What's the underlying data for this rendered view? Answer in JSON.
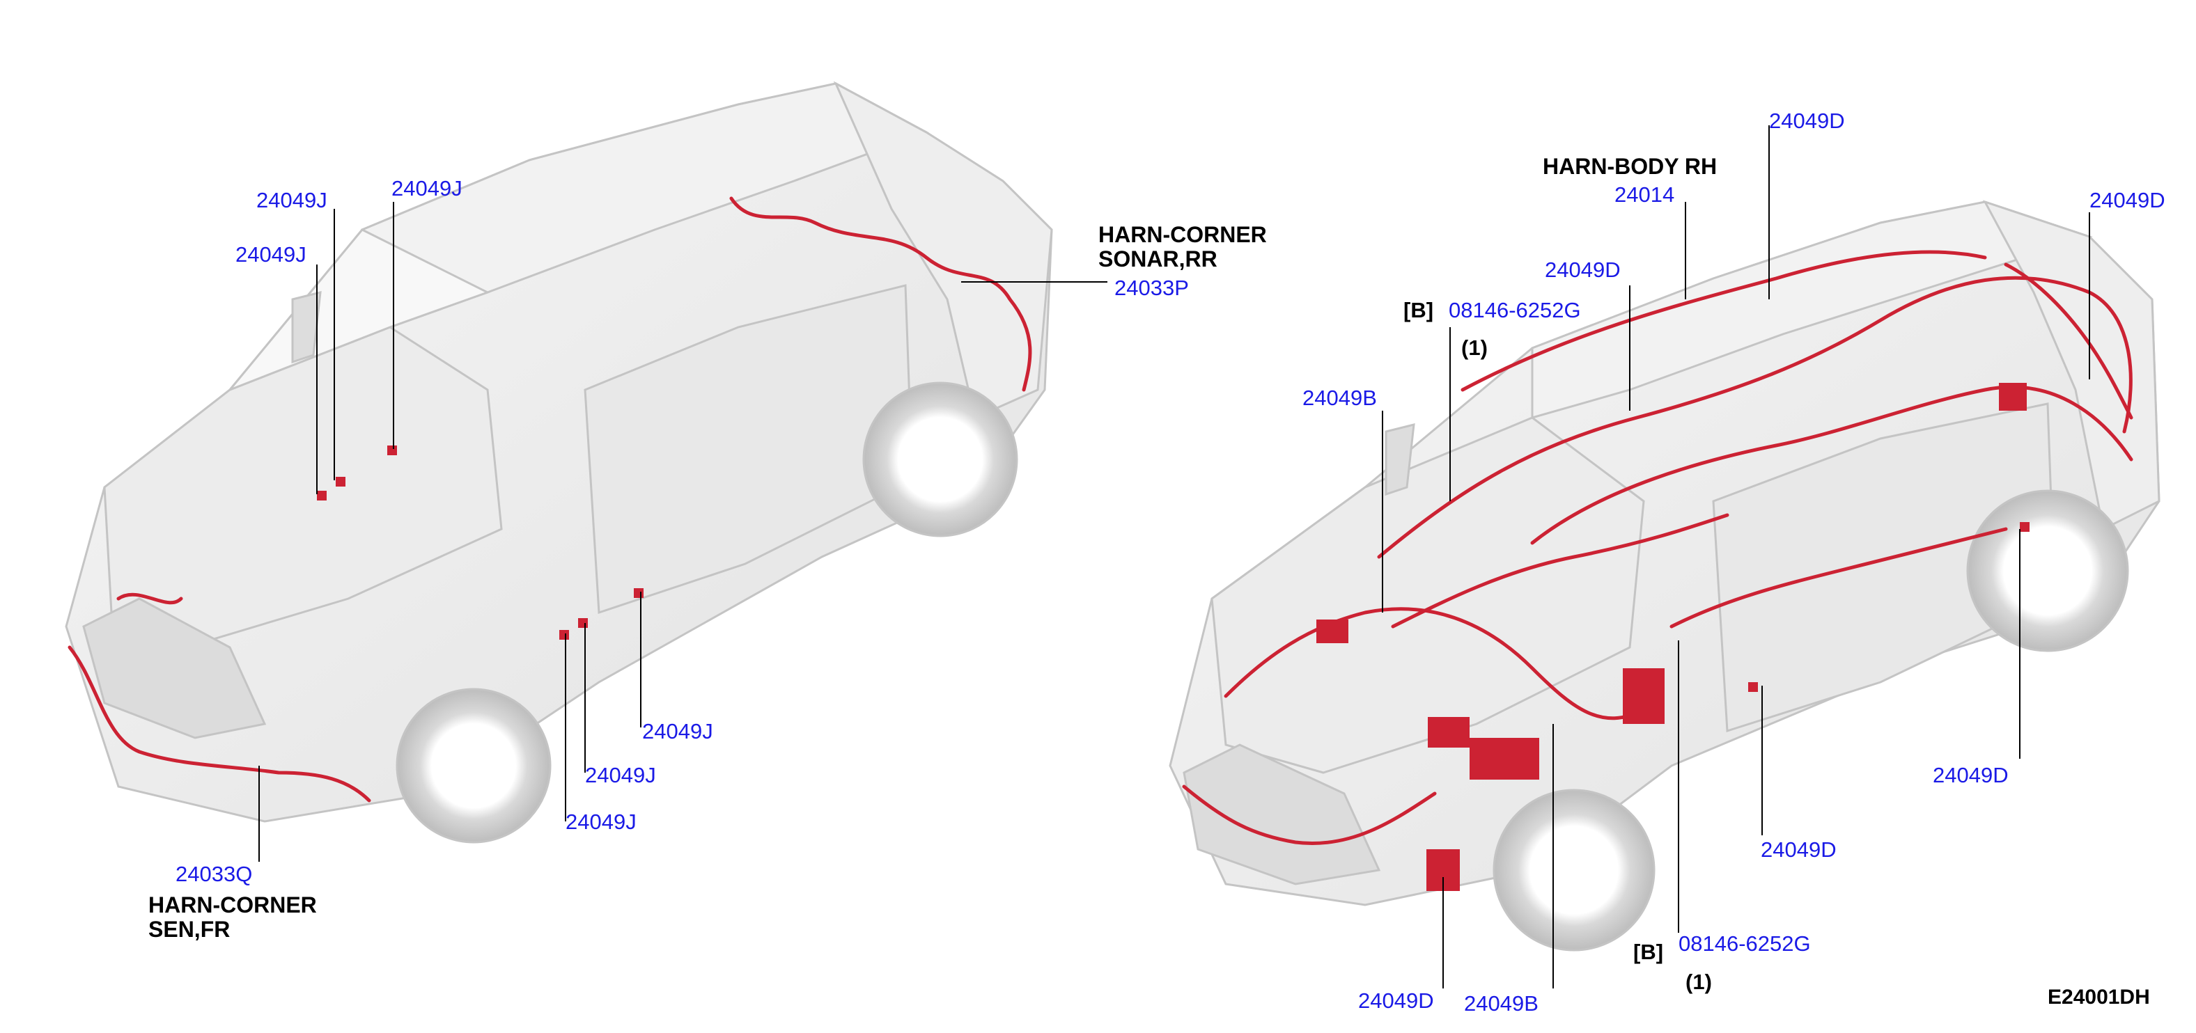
{
  "drawing_code": "E24001DH",
  "left_view": {
    "labels": {
      "j_top_left": "24049J",
      "j_top_right": "24049J",
      "j_mid_left": "24049J",
      "corner_sonar_rr_name": "HARN-CORNER\nSONAR,RR",
      "corner_sonar_rr_part": "24033P",
      "j_door_1": "24049J",
      "j_door_2": "24049J",
      "j_door_3": "24049J",
      "corner_sen_fr_part": "24033Q",
      "corner_sen_fr_name": "HARN-CORNER\nSEN,FR"
    }
  },
  "right_view": {
    "labels": {
      "d_top": "24049D",
      "body_rh_name": "HARN-BODY RH",
      "body_rh_part": "24014",
      "d_right_top": "24049D",
      "d_roof": "24049D",
      "b_bracket_top": "[B]",
      "clip_part_top": "08146-6252G",
      "qty_top": "(1)",
      "b_left": "24049B",
      "d_right_low": "24049D",
      "d_mid_low": "24049D",
      "b_bracket_bottom": "[B]",
      "clip_part_bottom": "08146-6252G",
      "qty_bottom": "(1)",
      "d_bottom": "24049D",
      "b_bottom": "24049B"
    }
  },
  "colors": {
    "part_text": "#1a1ae6",
    "name_text": "#000000",
    "harness": "#cc2233",
    "body_fill": "#efefef",
    "body_line": "#c8c8c8"
  }
}
